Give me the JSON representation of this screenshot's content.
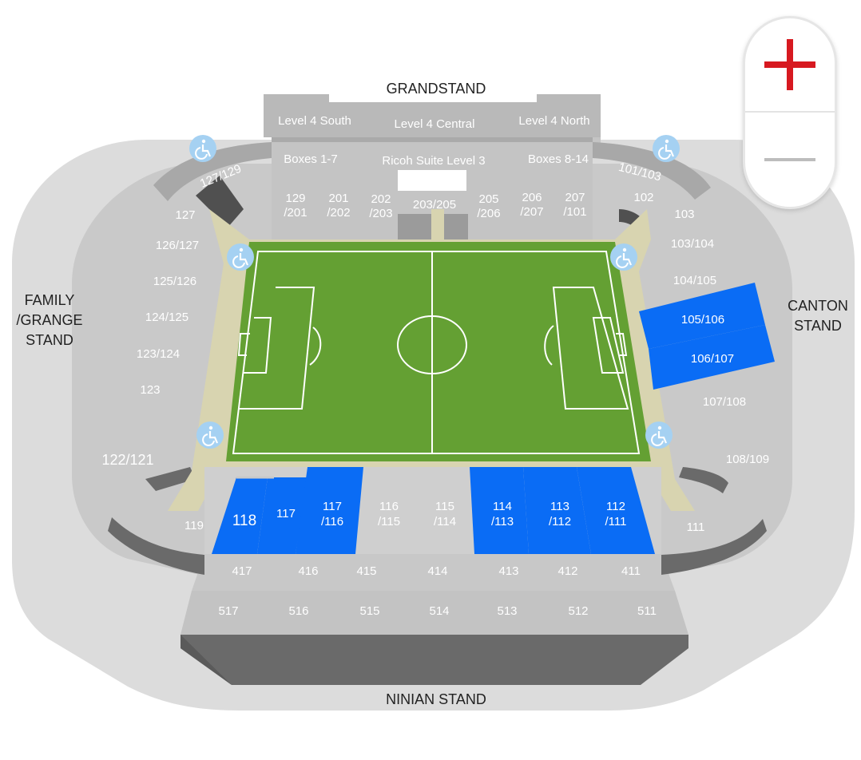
{
  "colors": {
    "outer": "#dcdcdc",
    "bowl": "#c9c9c9",
    "section_grey": "#c4c4c4",
    "section_light": "#d2d2d2",
    "rim": "#a8a8a8",
    "dark": "#6a6a6a",
    "selected": "#0a6cf5",
    "pitch": "#64a033",
    "apron": "#d8d4b0",
    "access": "#a5d1f2",
    "zoom_plus": "#d71920",
    "zoom_minus": "#bdbdbd"
  },
  "stands": {
    "grandstand": "GRANDSTAND",
    "family": [
      "FAMILY",
      "/GRANGE",
      "STAND"
    ],
    "canton": [
      "CANTON",
      "STAND"
    ],
    "ninian": "NINIAN STAND"
  },
  "grandstand_upper": {
    "l4_south": "Level 4 South",
    "l4_central": "Level 4 Central",
    "l4_north": "Level 4 North",
    "boxes_1_7": "Boxes 1-7",
    "ricoh_suite": "Ricoh Suite Level 3",
    "boxes_8_14": "Boxes 8-14"
  },
  "sections": {
    "s127_129": "127/129",
    "s127": "127",
    "s126_127": "126/127",
    "s125_126": "125/126",
    "s124_125": "124/125",
    "s123_124": "123/124",
    "s123": "123",
    "s122_121": "122/121",
    "s119": "119",
    "s118": "118",
    "s117": "117",
    "s117_116": [
      "117",
      "/116"
    ],
    "s116_115": [
      "116",
      "/115"
    ],
    "s115_114": [
      "115",
      "/114"
    ],
    "s114_113": [
      "114",
      "/113"
    ],
    "s113_112": [
      "113",
      "/112"
    ],
    "s112_111": [
      "112",
      "/111"
    ],
    "s111": "111",
    "s108_109": "108/109",
    "s107_108": "107/108",
    "s106_107": "106/107",
    "s105_106": "105/106",
    "s104_105": "104/105",
    "s103_104": "103/104",
    "s103": "103",
    "s102": "102",
    "s101_103": "101/103",
    "s129_201": [
      "129",
      "/201"
    ],
    "s201_202": [
      "201",
      "/202"
    ],
    "s202_203": [
      "202",
      "/203"
    ],
    "s203_205": "203/205",
    "s205_206": [
      "205",
      "/206"
    ],
    "s206_207": [
      "206",
      "/207"
    ],
    "s207_101": [
      "207",
      "/101"
    ],
    "s417": "417",
    "s416": "416",
    "s415": "415",
    "s414": "414",
    "s413": "413",
    "s412": "412",
    "s411": "411",
    "s517": "517",
    "s516": "516",
    "s515": "515",
    "s514": "514",
    "s513": "513",
    "s512": "512",
    "s511": "511"
  },
  "selected_sections": [
    "105/106",
    "106/107",
    "118",
    "117",
    "117/116",
    "114/113",
    "113/112",
    "112/111"
  ],
  "icons": {
    "accessibility": "wheelchair-icon",
    "zoom_in": "plus-icon",
    "zoom_out": "minus-icon"
  }
}
